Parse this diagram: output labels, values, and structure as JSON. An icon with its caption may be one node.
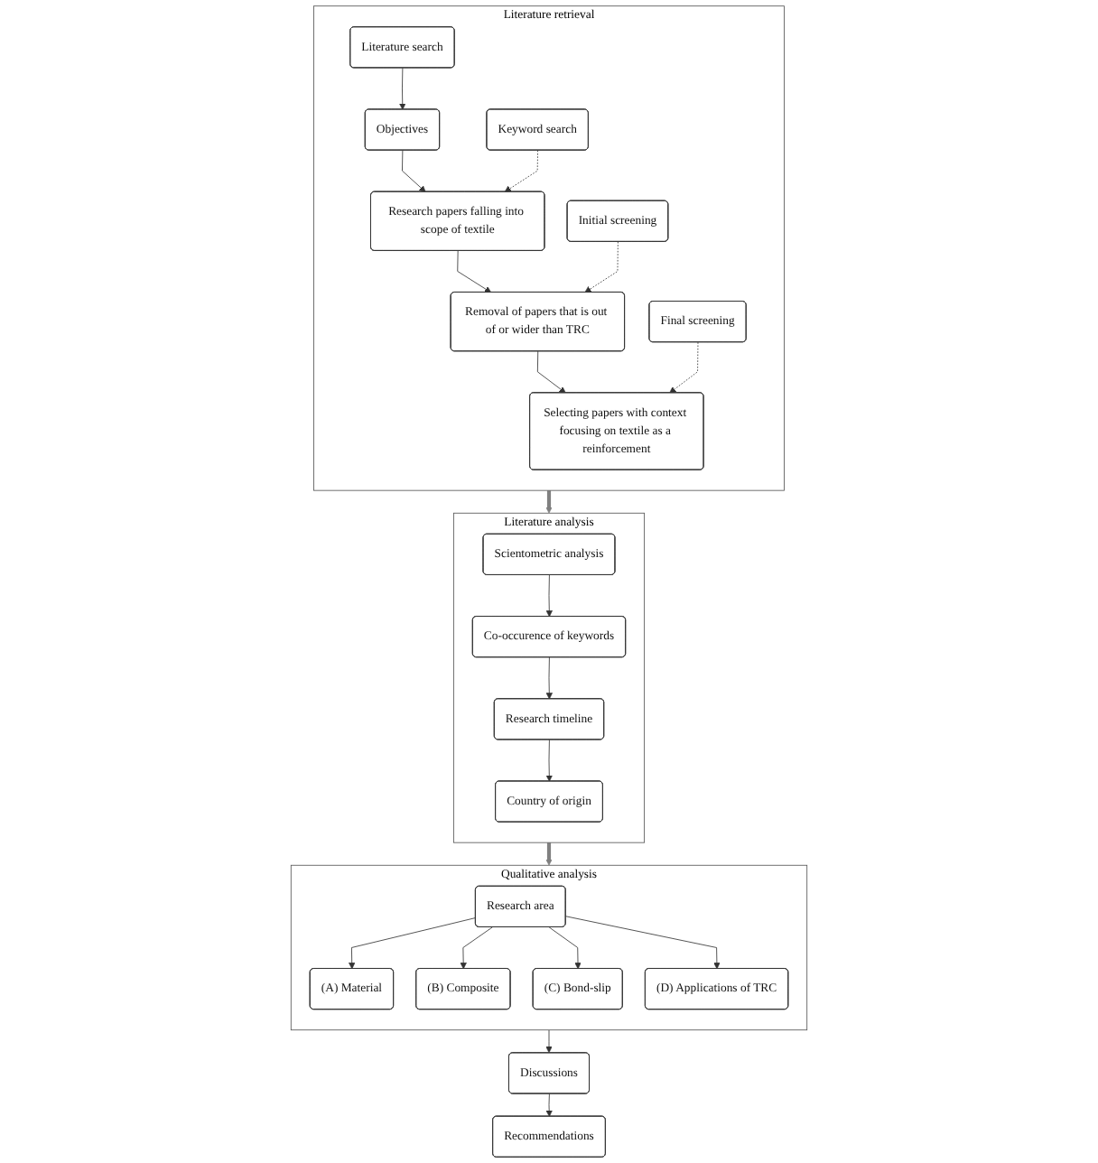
{
  "diagram": {
    "nodes": [
      {
        "text": [
          "Literature retrieval"
        ]
      },
      {
        "text": [
          "Literature search"
        ],
        "in": 0
      },
      {
        "text": [
          "Objectives"
        ],
        "in": 0
      },
      {
        "text": [
          "Keyword search"
        ],
        "in": 0
      },
      {
        "text": [
          "Research papers falling into scope of textile"
        ],
        "in": 0
      },
      {
        "text": [
          "Initial screening"
        ],
        "in": 0
      },
      {
        "text": [
          "Removal of papers that is out of or wider than TRC"
        ],
        "in": 0
      },
      {
        "text": [
          "Final screening"
        ],
        "in": 0
      },
      {
        "text": [
          "Selecting papers with context focusing on textile as a reinforcement"
        ],
        "in": 0
      },
      {
        "text": [
          "Literature analysis"
        ]
      },
      {
        "text": [
          "Scientometric analysis"
        ],
        "in": 9
      },
      {
        "text": [
          "Co-occurence of keywords"
        ],
        "in": 9
      },
      {
        "text": [
          "Research timeline"
        ],
        "in": 9
      },
      {
        "text": [
          "Country of origin"
        ],
        "in": 9
      },
      {
        "text": [
          "Qualitative analysis"
        ]
      },
      {
        "text": [
          "Research area"
        ],
        "in": 14
      },
      {
        "text": [
          "(A) Material"
        ],
        "in": 14
      },
      {
        "text": [
          "(B) Composite"
        ],
        "in": 14
      },
      {
        "text": [
          "(C) Bond-slip"
        ],
        "in": 14
      },
      {
        "text": [
          "(D) Applications of TRC"
        ],
        "in": 14
      },
      {
        "text": [
          "Discussions"
        ]
      },
      {
        "text": [
          "Recommendations"
        ]
      }
    ],
    "edges": [
      {
        "from": 1,
        "to": 2,
        "arrow": "to"
      },
      {
        "from": 2,
        "to": 4,
        "arrow": "to"
      },
      {
        "from": 3,
        "to": 4,
        "arrow": "to",
        "style": "dashed"
      },
      {
        "from": 4,
        "to": 6,
        "arrow": "to"
      },
      {
        "from": 5,
        "to": 6,
        "arrow": "to",
        "style": "dashed"
      },
      {
        "from": 6,
        "to": 8,
        "arrow": "to"
      },
      {
        "from": 7,
        "to": 8,
        "arrow": "to",
        "style": "dashed"
      },
      {
        "from": 0,
        "to": 9,
        "arrow": "to",
        "style": "thick",
        "color": "#808080"
      },
      {
        "from": 10,
        "to": 11,
        "arrow": "to"
      },
      {
        "from": 11,
        "to": 12,
        "arrow": "to"
      },
      {
        "from": 12,
        "to": 13,
        "arrow": "to"
      },
      {
        "from": 9,
        "to": 14,
        "arrow": "to",
        "style": "thick",
        "color": "#808080"
      },
      {
        "from": 15,
        "to": 16,
        "arrow": "to"
      },
      {
        "from": 15,
        "to": 17,
        "arrow": "to"
      },
      {
        "from": 15,
        "to": 18,
        "arrow": "to"
      },
      {
        "from": 15,
        "to": 19,
        "arrow": "to"
      },
      {
        "from": 14,
        "to": 20,
        "arrow": "to"
      },
      {
        "from": 20,
        "to": 21,
        "arrow": "to"
      }
    ]
  }
}
